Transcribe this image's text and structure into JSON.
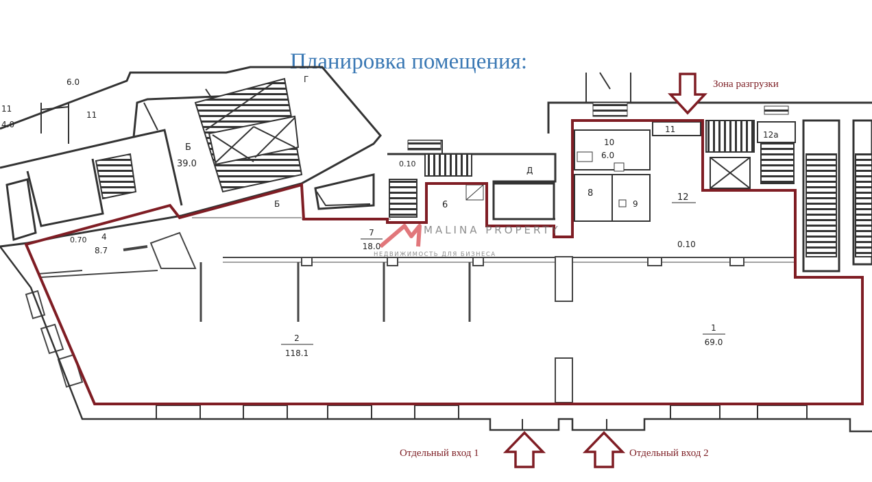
{
  "title": "Планировка помещения:",
  "annotations": {
    "unloading_zone": "Зона разгрузки",
    "entrance_1": "Отдельный вход 1",
    "entrance_2": "Отдельный вход 2"
  },
  "watermark": {
    "brand": "MALINA PROPERTY",
    "tagline": "НЕДВИЖИМОСТЬ ДЛЯ БИЗНЕСА"
  },
  "rooms": {
    "r1": {
      "num": "1",
      "area": "69.0"
    },
    "r2": {
      "num": "2",
      "area": "118.1"
    },
    "r4": {
      "num": "4",
      "area": "8.7"
    },
    "r4_side": "0.70",
    "r5": "Б",
    "r6": "6",
    "r7": {
      "num": "7",
      "area": "18.0"
    },
    "r8": "8",
    "r9": "9",
    "r10": {
      "num": "10",
      "area": "6.0"
    },
    "r11": "11",
    "r12": "12",
    "r12a": "12а",
    "r_main": "0.10",
    "room_b": {
      "num": "Б",
      "area": "39.0"
    },
    "room_d": "Д",
    "room_g": "Г",
    "room_ll": {
      "num": "11",
      "area": "4.0"
    },
    "room_top": "6.0"
  },
  "colors": {
    "outline": "#7f1d24",
    "title": "#3a78b4",
    "walls": "#333333"
  }
}
